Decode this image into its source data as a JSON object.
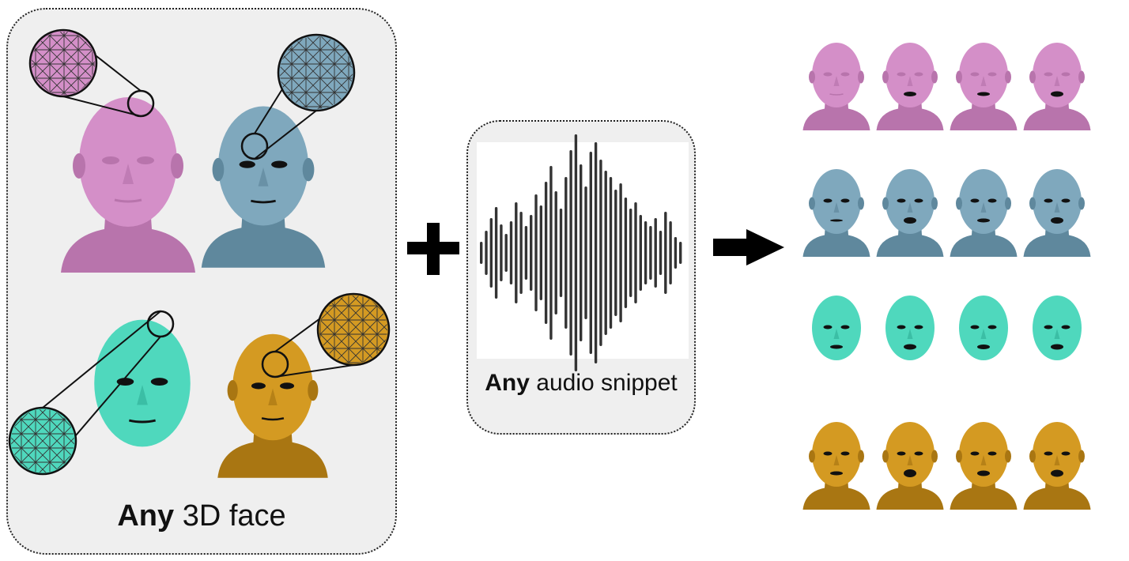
{
  "faces_panel": {
    "caption_bold": "Any",
    "caption_rest": "3D face",
    "faces": [
      {
        "name": "pink",
        "color": "#d48fc8",
        "shade": "#b874ac"
      },
      {
        "name": "blue",
        "color": "#7fa8bd",
        "shade": "#5f889d"
      },
      {
        "name": "teal",
        "color": "#4fd8bd",
        "shade": "#33b39b"
      },
      {
        "name": "gold",
        "color": "#d49a22",
        "shade": "#a97612"
      }
    ]
  },
  "audio_panel": {
    "caption_bold": "Any",
    "caption_rest": "audio snippet"
  },
  "operators": {
    "plus_icon": "plus-icon",
    "arrow_icon": "arrow-right-icon"
  },
  "output_grid": {
    "rows": 4,
    "cols": 4
  }
}
